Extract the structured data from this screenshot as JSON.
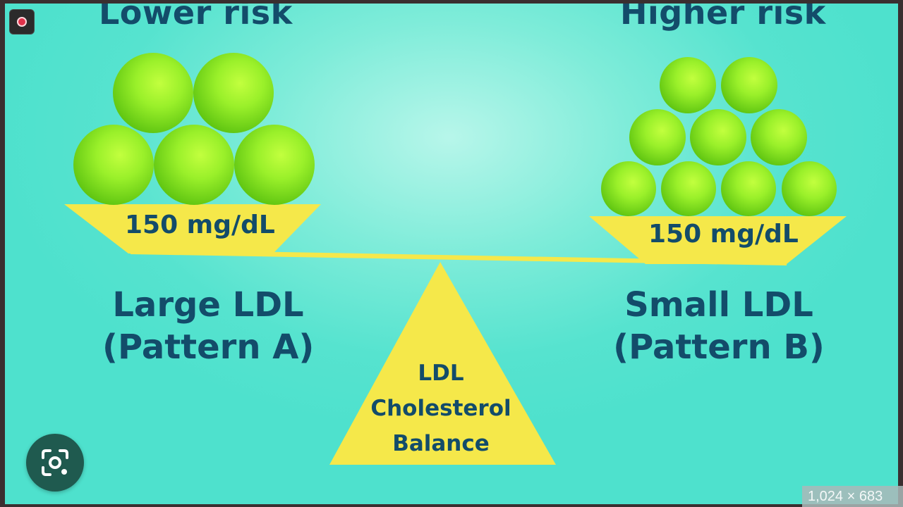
{
  "left": {
    "risk_label": "Lower risk",
    "weight_label": "150 mg/dL",
    "type_line1": "Large LDL",
    "type_line2": "(Pattern A)",
    "particle_count": 5
  },
  "right": {
    "risk_label": "Higher risk",
    "weight_label": "150 mg/dL",
    "type_line1": "Small LDL",
    "type_line2": "(Pattern B)",
    "particle_count": 9
  },
  "fulcrum": {
    "line1": "LDL",
    "line2": "Cholesterol",
    "line3": "Balance"
  },
  "overlay": {
    "image_dimensions": "1,024 × 683",
    "record_icon": "record-icon",
    "lens_icon": "visual-search-icon"
  },
  "colors": {
    "background": "#56e3cf",
    "particle": "#84e020",
    "scale": "#f5e84a",
    "text": "#134c6a"
  }
}
